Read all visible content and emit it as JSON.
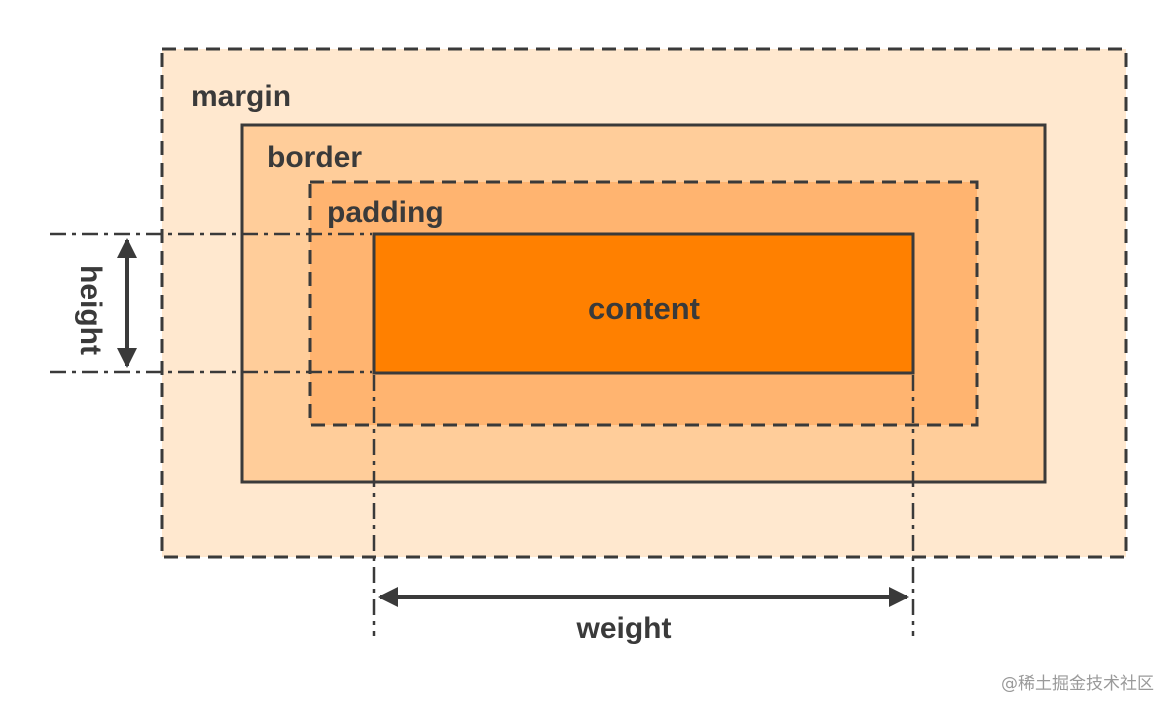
{
  "diagram": {
    "title": "",
    "labels": {
      "margin": "margin",
      "border": "border",
      "padding": "padding",
      "content": "content",
      "height": "height",
      "width": "weight"
    },
    "colors": {
      "margin_fill": "#FFE8CF",
      "border_fill": "#FFCD9A",
      "padding_fill": "#FFB470",
      "content_fill": "#FF8000",
      "stroke": "#3a3a3a",
      "text": "#3a3a3a"
    }
  },
  "watermark": "@稀土掘金技术社区"
}
